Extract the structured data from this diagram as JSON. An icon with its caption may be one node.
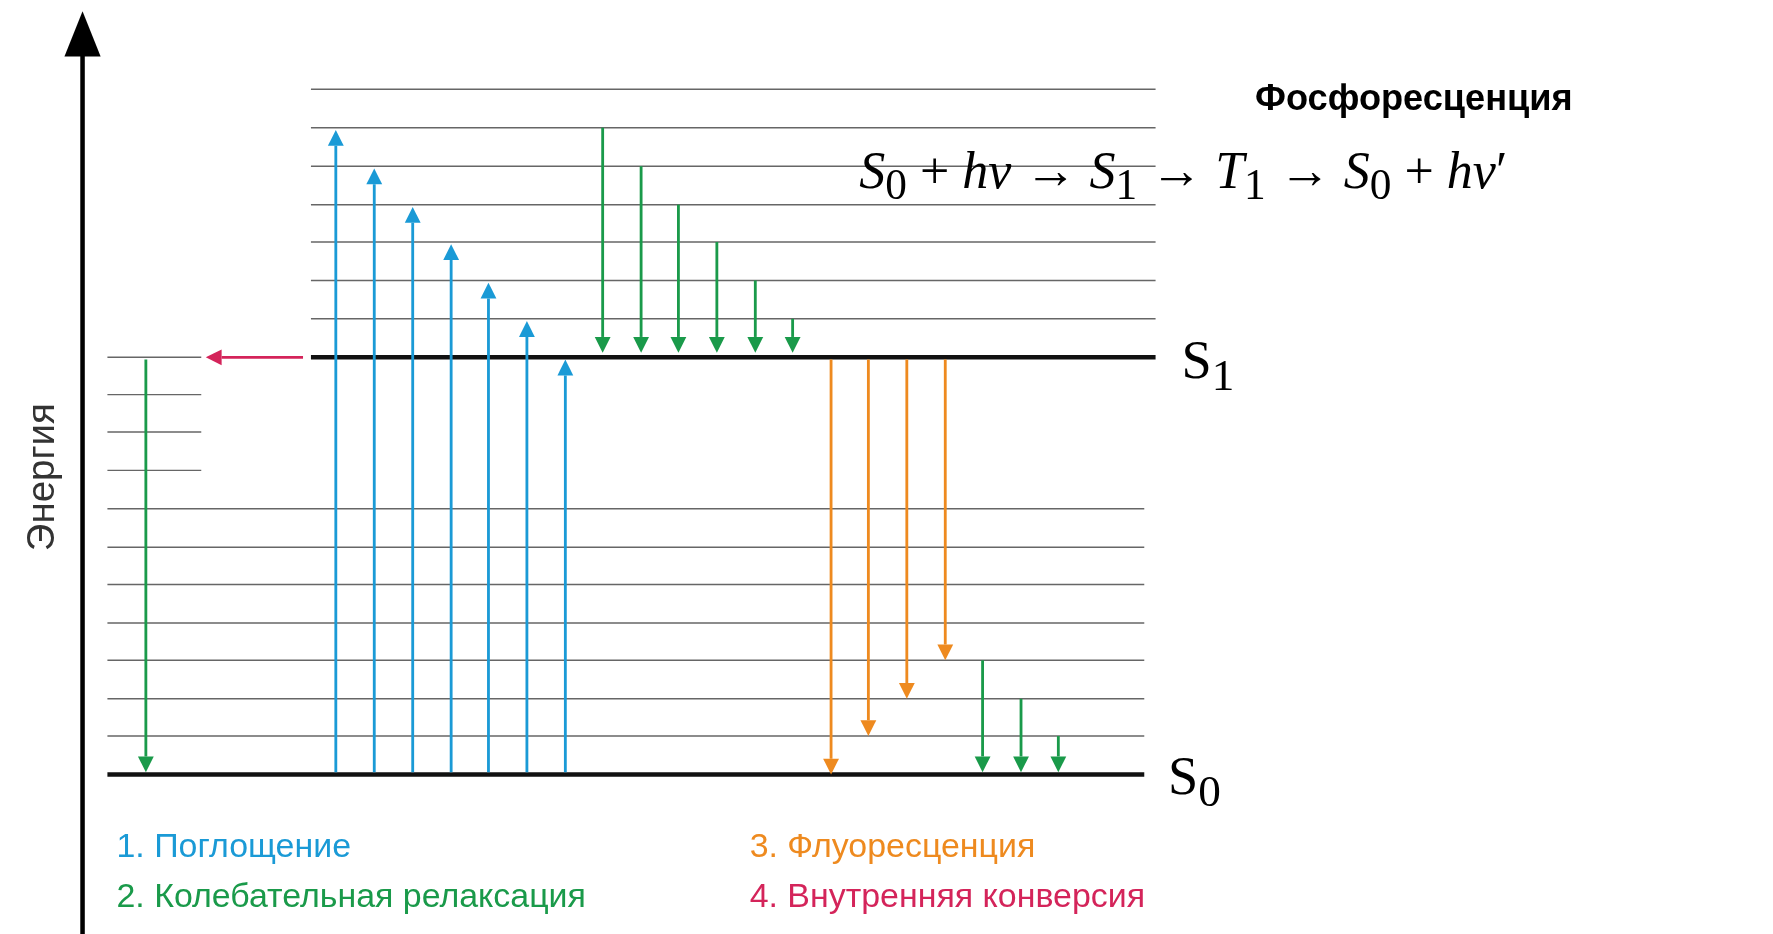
{
  "diagram": {
    "title": "Фосфоресценция",
    "labels": [
      "*S*$_{0}$ + *hν* → *S*$_{1}$ → *T*$_{1}$ → *S*$_{0}$ + *hν*′",
      "S$_{1}$",
      "S$_{0}$",
      "Энергия"
    ],
    "legend": [
      {
        "text": "1. Поглощение",
        "color": "#1a9ad6"
      },
      {
        "text": "2. Колебательная релаксация",
        "color": "#1a9a4a"
      },
      {
        "text": "3. Флуоресценция",
        "color": "#ee8a1f"
      },
      {
        "text": "4. Внутренняя конверсия",
        "color": "#d4245a"
      }
    ]
  }
}
